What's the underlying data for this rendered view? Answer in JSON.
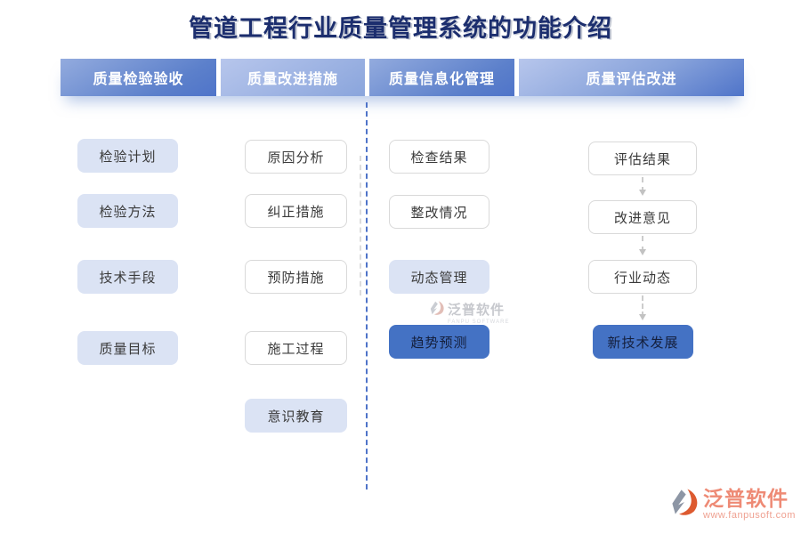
{
  "title": "管道工程行业质量管理系统的功能介绍",
  "header": {
    "tabs": [
      {
        "label": "质量检验验收"
      },
      {
        "label": "质量改进措施"
      },
      {
        "label": "质量信息化管理"
      },
      {
        "label": "质量评估改进"
      }
    ]
  },
  "columns": [
    {
      "items": [
        {
          "label": "检验计划"
        },
        {
          "label": "检验方法"
        },
        {
          "label": "技术手段"
        },
        {
          "label": "质量目标"
        }
      ]
    },
    {
      "items": [
        {
          "label": "原因分析"
        },
        {
          "label": "纠正措施"
        },
        {
          "label": "预防措施"
        },
        {
          "label": "施工过程"
        },
        {
          "label": "意识教育"
        }
      ]
    },
    {
      "items": [
        {
          "label": "检查结果"
        },
        {
          "label": "整改情况"
        },
        {
          "label": "动态管理"
        },
        {
          "label": "趋势预测"
        }
      ]
    },
    {
      "items": [
        {
          "label": "评估结果"
        },
        {
          "label": "改进意见"
        },
        {
          "label": "行业动态"
        },
        {
          "label": "新技术发展"
        }
      ]
    }
  ],
  "watermark": {
    "brand": "泛普软件",
    "subtitle": "FANPU SOFTWARE"
  },
  "footer": {
    "brand": "泛普软件",
    "url": "www.fanpusoft.com"
  },
  "colors": {
    "accent_blue": "#4472c4",
    "light_box": "#dbe3f4",
    "header_dark": "#5c80cb",
    "header_light": "#9db4e2",
    "title_navy": "#1c2e6e",
    "brand_coral": "#ee8a75"
  }
}
